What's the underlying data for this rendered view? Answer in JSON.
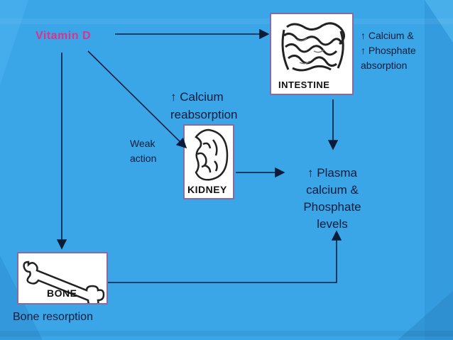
{
  "vitamin": "Vitamin D",
  "intestine": {
    "tag": "INTESTINE",
    "effect_line1": "↑ Calcium &",
    "effect_line2": "↑ Phosphate",
    "effect_line3": "absorption"
  },
  "kidney": {
    "tag": "KIDNEY",
    "effect_line1": "↑ Calcium",
    "effect_line2": "reabsorption",
    "weak_line1": "Weak",
    "weak_line2": "action"
  },
  "bone": {
    "tag": "BONE",
    "effect": "Bone resorption"
  },
  "outcome": {
    "line1": "↑ Plasma",
    "line2": "calcium &",
    "line3": "Phosphate",
    "line4": "levels"
  },
  "colors": {
    "background": "#3aa6e8",
    "accent_text": "#e0318a",
    "box_border": "#8b6aa0",
    "arrow": "#0b1c3a"
  }
}
